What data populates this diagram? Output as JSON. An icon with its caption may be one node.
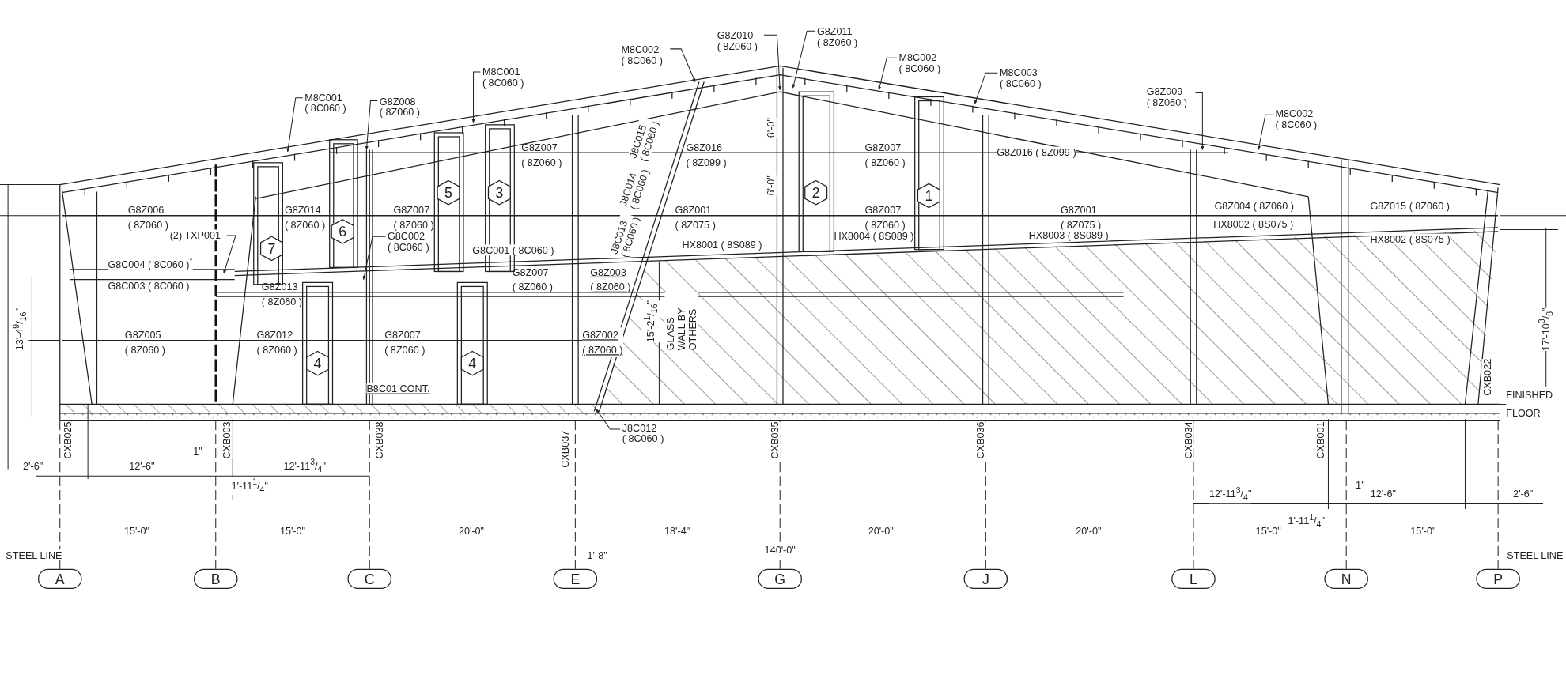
{
  "diagram": {
    "nodes": [
      {
        "text": [
          "M8C001 ( 8C060 )"
        ]
      },
      {
        "text": [
          "G8Z008 ( 8Z060 )"
        ]
      },
      {
        "text": [
          "M8C001 ( 8C060 )"
        ]
      },
      {
        "text": [
          "M8C002 ( 8C060 )"
        ]
      },
      {
        "text": [
          "G8Z010 ( 8Z060 )"
        ]
      },
      {
        "text": [
          "G8Z011 ( 8Z060 )"
        ]
      },
      {
        "text": [
          "M8C002 ( 8C060 )"
        ]
      },
      {
        "text": [
          "M8C003 ( 8C060 )"
        ]
      },
      {
        "text": [
          "G8Z009 ( 8Z060 )"
        ]
      },
      {
        "text": [
          "M8C002 ( 8C060 )"
        ]
      },
      {
        "text": [
          "(2) TXP001"
        ]
      },
      {
        "text": [
          "G8C002 ( 8C060 )"
        ]
      },
      {
        "text": [
          "J8C012 ( 8C060 )"
        ]
      },
      {
        "text": [
          "5"
        ]
      },
      {
        "text": [
          "3"
        ]
      },
      {
        "text": [
          "2"
        ]
      },
      {
        "text": [
          "1"
        ]
      },
      {
        "text": [
          "7"
        ]
      },
      {
        "text": [
          "6"
        ]
      },
      {
        "text": [
          "4"
        ]
      },
      {
        "text": [
          "4"
        ]
      },
      {
        "text": [
          "A"
        ]
      },
      {
        "text": [
          "B"
        ]
      },
      {
        "text": [
          "C"
        ]
      },
      {
        "text": [
          "E"
        ]
      },
      {
        "text": [
          "G"
        ]
      },
      {
        "text": [
          "J"
        ]
      },
      {
        "text": [
          "L"
        ]
      },
      {
        "text": [
          "N"
        ]
      },
      {
        "text": [
          "P"
        ]
      }
    ],
    "edges": [
      {
        "from": 0,
        "to": null,
        "arrow": "to"
      },
      {
        "from": 1,
        "to": null,
        "arrow": "to"
      },
      {
        "from": 2,
        "to": null,
        "arrow": "to"
      },
      {
        "from": 3,
        "to": null,
        "arrow": "to"
      },
      {
        "from": 4,
        "to": null,
        "arrow": "to"
      },
      {
        "from": 5,
        "to": null,
        "arrow": "to"
      },
      {
        "from": 6,
        "to": null,
        "arrow": "to"
      },
      {
        "from": 7,
        "to": null,
        "arrow": "to"
      },
      {
        "from": 8,
        "to": null,
        "arrow": "to"
      },
      {
        "from": 9,
        "to": null,
        "arrow": "to"
      },
      {
        "from": 10,
        "to": null,
        "arrow": "to"
      },
      {
        "from": 11,
        "to": null,
        "arrow": "to"
      },
      {
        "from": 12,
        "to": null,
        "arrow": "to"
      }
    ],
    "labels": [
      "G8Z007 ( 8Z060 )",
      "G8Z016 ( 8Z099 )",
      "G8Z007 ( 8Z060 )",
      "G8Z016 ( 8Z099 )",
      "J8C015 ( 8C060 )",
      "6'-0\"",
      "6'-0\"",
      "J8C014 ( 8C060 )",
      "G8Z006 ( 8Z060 )",
      "G8Z014 ( 8Z060 )",
      "G8Z007 ( 8Z060 )",
      "G8Z001 ( 8Z075 )",
      "G8Z007 ( 8Z060 )",
      "G8Z001 ( 8Z075 )",
      "G8Z004 ( 8Z060 )",
      "G8Z015 ( 8Z060 )",
      "HX8003 ( 8S089 )",
      "HX8002 ( 8S075 )",
      "HX8004 ( 8S089 )",
      "J8C013 ( 8C060 )",
      "HX8001 ( 8S089 )",
      "HX8002 ( 8S075 )",
      "G8C001 ( 8C060 )",
      "G8C004 ( 8C060 )$^{*}$",
      "G8Z007 ( 8Z060 )",
      "G8Z003 ( 8Z060 )",
      "G8C003 ( 8C060 )",
      "G8Z013 ( 8Z060 )",
      "13'-4$^{9}$/$_{16}$\"",
      "G8Z005 ( 8Z060 )",
      "G8Z012 ( 8Z060 )",
      "G8Z007 ( 8Z060 )",
      "G8Z002 ( 8Z060 )",
      "15'-2$^{1}$/$_{16}$\"",
      "GLASS WALL BY OTHERS",
      "17'-10$^{3}$/$_{8}$\"",
      "B8C01 CONT.",
      "FINISHED FLOOR",
      "CXB025",
      "CXB003",
      "CXB038",
      "CXB037",
      "CXB035",
      "CXB036",
      "CXB034",
      "CXB001",
      "CXB022",
      "1\"",
      "2'-6\"",
      "12'-6\"",
      "12'-11$^{3}$/$_{4}$\"",
      "1'-11$^{1}$/$_{4}$\"",
      "12'-11$^{3}$/$_{4}$\"",
      "1\"",
      "12'-6\"",
      "2'-6\"",
      "1'-11$^{1}$/$_{4}$\"",
      "15'-0\"",
      "15'-0\"",
      "20'-0\"",
      "18'-4\"",
      "20'-0\"",
      "20'-0\"",
      "15'-0\"",
      "15'-0\"",
      "STEEL LINE",
      "1'-8\"",
      "140'-0\"",
      "STEEL LINE"
    ]
  }
}
